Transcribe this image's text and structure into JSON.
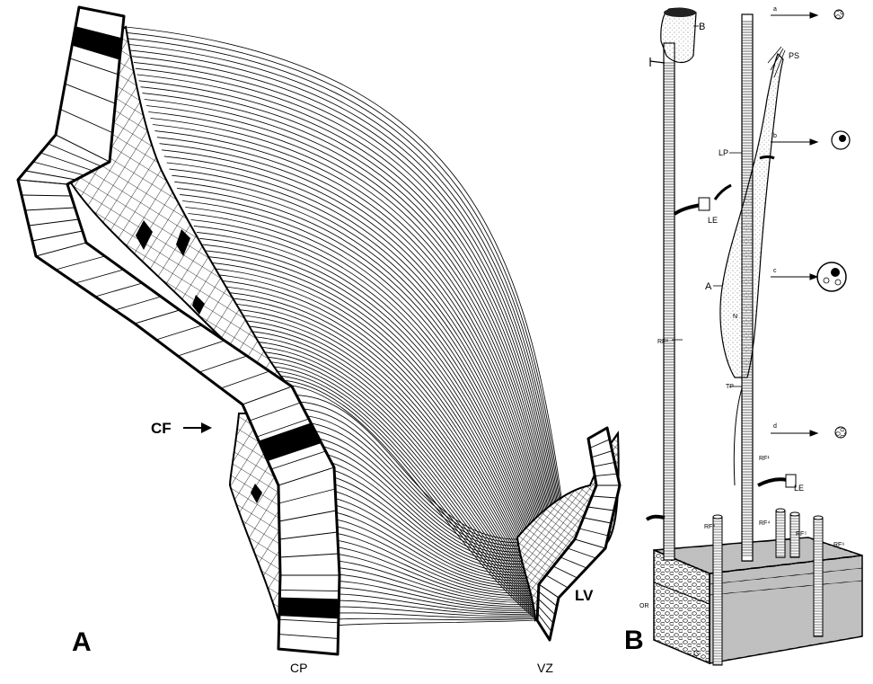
{
  "panel_a": {
    "panel_label": "A",
    "labels": {
      "cf": "CF",
      "cp": "CP",
      "lv": "LV",
      "vz": "VZ"
    }
  },
  "panel_b": {
    "panel_label": "B",
    "labels": {
      "b": "B",
      "ps": "PS",
      "lp": "LP",
      "le_upper": "LE",
      "le_lower": "LE",
      "a": "A",
      "n": "N",
      "rf2": "RF²",
      "tp": "TP",
      "rf1": "RF¹",
      "rf3": "RF³",
      "rf4": "RF⁴",
      "rf5": "RF⁵",
      "rf6": "RF⁶",
      "or": "OR",
      "c": "C",
      "sec_a": "a",
      "sec_b": "b",
      "sec_c": "c",
      "sec_d": "d"
    }
  },
  "colors": {
    "ink": "#000000",
    "paper": "#ffffff",
    "stipple": "#8a8a8a"
  }
}
